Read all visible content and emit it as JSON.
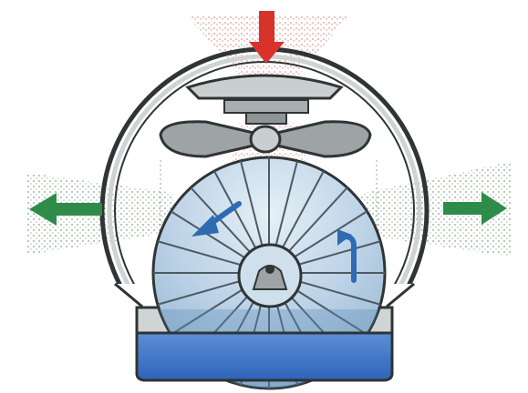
{
  "diagram": {
    "kind": "air-washer cross-section",
    "components": [
      {
        "name": "intake-arrow",
        "color": "#d7332b",
        "direction": "down"
      },
      {
        "name": "fan-blades",
        "color": "#9ea3a6"
      },
      {
        "name": "housing",
        "color": "#2f3435"
      },
      {
        "name": "washer-disk",
        "color": "#bfd7ea"
      },
      {
        "name": "water-basin",
        "color": "#2e6cc6"
      },
      {
        "name": "outflow-arrow-left",
        "color": "#2f8b4a",
        "direction": "left"
      },
      {
        "name": "outflow-arrow-right",
        "color": "#2f8b4a",
        "direction": "right"
      },
      {
        "name": "rotation-arrows",
        "color": "#2f6bb3"
      }
    ],
    "mist": {
      "intake_color": "#e3a3a3",
      "outflow_color": "#8ca78f"
    }
  }
}
